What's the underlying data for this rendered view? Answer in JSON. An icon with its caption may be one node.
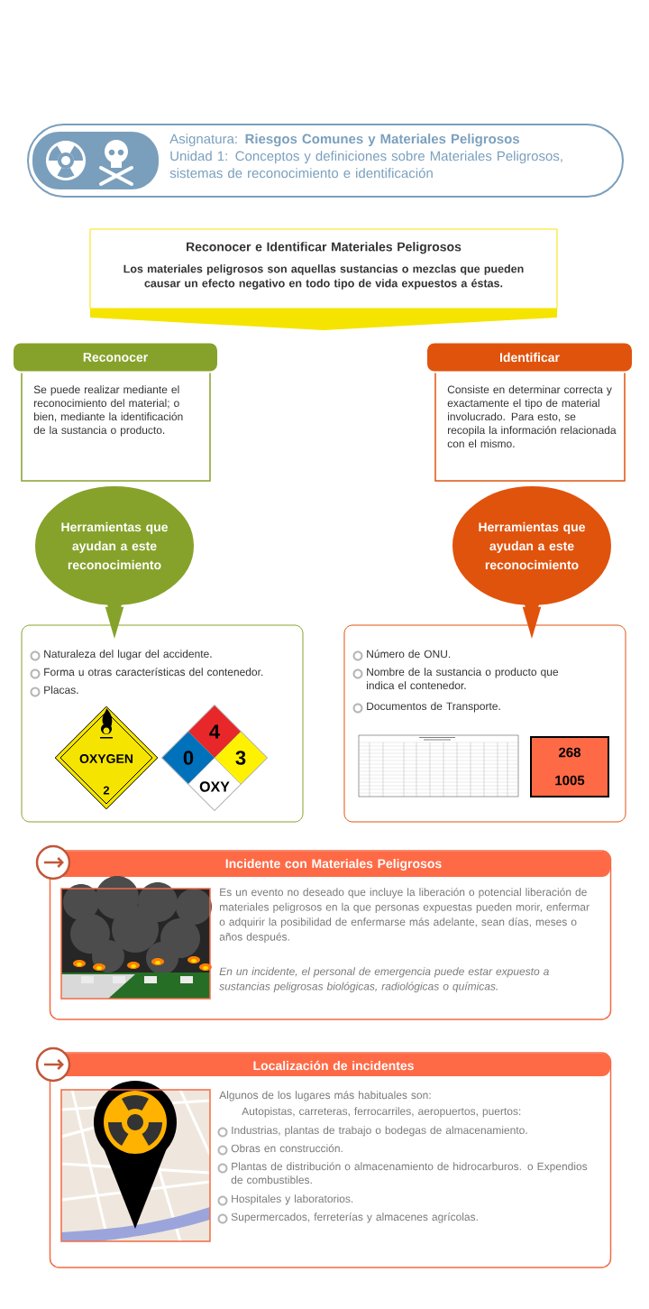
{
  "diagram": {
    "nodes": [
      {
        "text": [
          "Asignatura: **Riesgos Comunes y Materiales Peligrosos**",
          "Unidad 1: Conceptos y definiciones sobre Materiales Peligrosos, sistemas de reconocimiento e identificación"
        ]
      },
      {
        "text": [
          "Reconocer e Identificar Materiales Peligrosos",
          "Los materiales peligrosos son aquellas sustancias o mezclas que pueden causar un efecto negativo en todo tipo de vida expuestos a éstas."
        ]
      },
      {
        "text": [
          "Reconocer",
          "Se puede realizar mediante el reconocimiento del material; o bien, mediante la identificación de la sustancia o producto."
        ]
      },
      {
        "text": [
          "Identificar",
          "Consiste en determinar correcta y exactamente el tipo de material involucrado. Para esto, se recopila la información relacionada con el mismo."
        ]
      },
      {
        "text": [
          "Herramientas que ayudan a este reconocimiento"
        ]
      },
      {
        "text": [
          "Herramientas que ayudan a este reconocimiento"
        ]
      },
      {
        "text": [
          "Naturaleza del lugar del accidente.",
          "Forma u otras características del contenedor.",
          "Placas."
        ]
      },
      {
        "text": [
          "OXYGEN",
          "2"
        ],
        "in": 6
      },
      {
        "text": [
          "4",
          "0",
          "3",
          "OXY"
        ],
        "in": 6
      },
      {
        "text": [
          "Número de ONU.",
          "Nombre de la sustancia o producto que indica el contenedor.",
          "Documentos de Transporte."
        ]
      },
      {
        "text": [
          "268",
          "1005"
        ],
        "in": 9
      },
      {
        "text": [
          "Incidente con Materiales Peligrosos",
          "Es un evento no deseado que incluye la liberación o potencial liberación de materiales peligrosos en la que personas expuestas pueden morir, enfermar o adquirir la posibilidad de enfermarse más adelante, sean días, meses o años después.",
          "En un incidente, el personal de emergencia puede estar expuesto a sustancias peligrosas biológicas, radiológicas o químicas."
        ]
      },
      {
        "text": [
          "Localización de incidentes",
          "Algunos de los lugares más habituales son:",
          "Autopistas, carreteras, ferrocarriles, aeropuertos, puertos:",
          "Industrias, plantas de trabajo o bodegas de almacenamiento.",
          "Obras en construcción.",
          "Plantas de distribución o almacenamiento de hidrocarburos. o Expendios de combustibles.",
          "Hospitales y laboratorios.",
          "Supermercados, ferreterías y almacenes agrícolas."
        ]
      }
    ]
  }
}
